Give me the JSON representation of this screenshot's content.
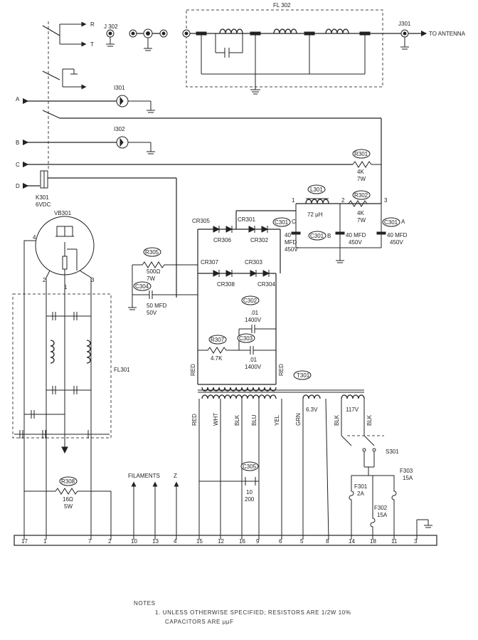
{
  "filter_fl302": {
    "title": "FL 302",
    "antenna_label": "TO ANTENNA",
    "jack_out": "J301",
    "jack_in": "J 302"
  },
  "relay_contacts": {
    "r": "R",
    "t": "T"
  },
  "lamps": [
    {
      "ref": "I301"
    },
    {
      "ref": "I302"
    }
  ],
  "left_lines": {
    "a": "A",
    "b": "B",
    "c": "C",
    "d": "D"
  },
  "relay": {
    "ref": "K301",
    "rating": "6VDC"
  },
  "tube": {
    "ref": "VB301",
    "pins": [
      "4",
      "2",
      "1",
      "3"
    ]
  },
  "filter_fl301": {
    "title": "FL301"
  },
  "resistors": {
    "r301": {
      "ref": "R301",
      "value": "4K",
      "watts": "7W"
    },
    "r302": {
      "ref": "R302",
      "value": "4K",
      "watts": "7W"
    },
    "r305": {
      "ref": "R305",
      "value": "500Ω",
      "watts": "7W"
    },
    "r307": {
      "ref": "R307",
      "value": "4.7K"
    },
    "r308": {
      "ref": "R308",
      "value": "16Ω",
      "watts": "5W"
    }
  },
  "choke": {
    "ref": "L301",
    "value": "72 µH",
    "nodes": [
      "1",
      "2",
      "3"
    ]
  },
  "capacitors": {
    "c301c": {
      "ref": "C301",
      "section": "C",
      "value": "40",
      "unit": "MFD",
      "voltage": "450V"
    },
    "c301b": {
      "ref": "C301",
      "section": "B",
      "value": "40 MFD",
      "voltage": "450V"
    },
    "c301a": {
      "ref": "C301",
      "section": "A",
      "value": "40 MFD",
      "voltage": "450V"
    },
    "c302": {
      "ref": "C302",
      "value": ".01",
      "voltage": "1400V"
    },
    "c303": {
      "ref": "C303",
      "value": ".01",
      "voltage": "1400V"
    },
    "c304": {
      "ref": "C304",
      "value": "50 MFD",
      "voltage": "50V"
    },
    "c305": {
      "ref": "C305",
      "value": "10",
      "voltage": "200"
    }
  },
  "rectifiers": [
    "CR305",
    "CR301",
    "CR306",
    "CR302",
    "CR307",
    "CR303",
    "CR308",
    "CR304"
  ],
  "transformer": {
    "ref": "T301",
    "taps": [
      "6.3V",
      "117V"
    ],
    "leads": [
      "RED",
      "RED",
      "RED",
      "WHT",
      "BLK",
      "BLU",
      "YEL",
      "GRN",
      "BLK",
      "BLK"
    ]
  },
  "switch": {
    "ref": "S301"
  },
  "fuses": [
    {
      "ref": "F301",
      "rating": "2A"
    },
    {
      "ref": "F302",
      "rating": "15A"
    },
    {
      "ref": "F303",
      "rating": "15A"
    }
  ],
  "loose_labels": {
    "filaments": "FILAMENTS",
    "z": "Z"
  },
  "terminals": [
    "17",
    "1",
    "7",
    "2",
    "10",
    "13",
    "4",
    "15",
    "12",
    "16",
    "9",
    "6",
    "5",
    "8",
    "14",
    "18",
    "11",
    "3"
  ],
  "notes": {
    "heading": "NOTES",
    "line1": "1. UNLESS OTHERWISE SPECIFIED; RESISTORS ARE 1/2W 10%",
    "line2": "CAPACITORS ARE µµF"
  }
}
